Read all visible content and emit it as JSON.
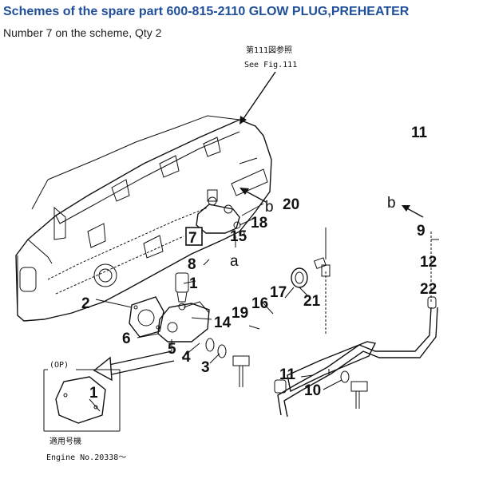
{
  "header": {
    "title": "Schemes of the spare part 600-815-2110 GLOW PLUG,PREHEATER",
    "subtitle": "Number 7 on the scheme, Qty 2"
  },
  "diagram": {
    "ref_note_jp": "第111図参照",
    "ref_note_en": "See Fig.111",
    "op_label": "(OP)",
    "applicable_jp": "適用号機",
    "engine_no": "Engine No.20338〜",
    "highlighted_callout": "7",
    "callouts": [
      "11",
      "20",
      "18",
      "15",
      "8",
      "1",
      "2",
      "6",
      "14",
      "19",
      "16",
      "17",
      "21",
      "5",
      "4",
      "3",
      "9",
      "12",
      "22",
      "11",
      "10",
      "1"
    ],
    "letters": [
      "b",
      "a",
      "b"
    ]
  }
}
